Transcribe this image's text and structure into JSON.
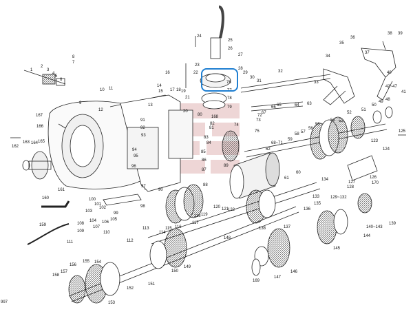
{
  "diagram": {
    "figure_number": "997",
    "highlight_color": "#1f7fd1",
    "highlighted_part": "76",
    "part_numbers": [
      {
        "id": "p1",
        "text": "1"
      },
      {
        "id": "p2",
        "text": "2"
      },
      {
        "id": "p3",
        "text": "3"
      },
      {
        "id": "p4",
        "text": "4"
      },
      {
        "id": "p5",
        "text": "5"
      },
      {
        "id": "p6",
        "text": "6"
      },
      {
        "id": "p7",
        "text": "7"
      },
      {
        "id": "p8",
        "text": "8"
      },
      {
        "id": "p9",
        "text": "9"
      },
      {
        "id": "p10",
        "text": "10"
      },
      {
        "id": "p11",
        "text": "11"
      },
      {
        "id": "p12",
        "text": "12"
      },
      {
        "id": "p13",
        "text": "13"
      },
      {
        "id": "p14",
        "text": "14"
      },
      {
        "id": "p15",
        "text": "15"
      },
      {
        "id": "p16",
        "text": "16"
      },
      {
        "id": "p17",
        "text": "17"
      },
      {
        "id": "p18",
        "text": "18"
      },
      {
        "id": "p19",
        "text": "19"
      },
      {
        "id": "p20",
        "text": "20"
      },
      {
        "id": "p21",
        "text": "21"
      },
      {
        "id": "p22",
        "text": "22"
      },
      {
        "id": "p23",
        "text": "23"
      },
      {
        "id": "p24",
        "text": "24"
      },
      {
        "id": "p25",
        "text": "25"
      },
      {
        "id": "p26",
        "text": "26"
      },
      {
        "id": "p27",
        "text": "27"
      },
      {
        "id": "p28",
        "text": "28"
      },
      {
        "id": "p29",
        "text": "29"
      },
      {
        "id": "p30",
        "text": "30"
      },
      {
        "id": "p31",
        "text": "31"
      },
      {
        "id": "p32",
        "text": "32"
      },
      {
        "id": "p33",
        "text": "33"
      },
      {
        "id": "p34",
        "text": "34"
      },
      {
        "id": "p35",
        "text": "35"
      },
      {
        "id": "p36",
        "text": "36"
      },
      {
        "id": "p37",
        "text": "37"
      },
      {
        "id": "p38",
        "text": "38"
      },
      {
        "id": "p39",
        "text": "39"
      },
      {
        "id": "p40",
        "text": "40"
      },
      {
        "id": "p41",
        "text": "41"
      },
      {
        "id": "p42",
        "text": "42~47"
      },
      {
        "id": "p48",
        "text": "48"
      },
      {
        "id": "p49",
        "text": "49"
      },
      {
        "id": "p50",
        "text": "50"
      },
      {
        "id": "p51",
        "text": "51"
      },
      {
        "id": "p52",
        "text": "52"
      },
      {
        "id": "p53",
        "text": "53"
      },
      {
        "id": "p54",
        "text": "54"
      },
      {
        "id": "p55",
        "text": "55"
      },
      {
        "id": "p56",
        "text": "56"
      },
      {
        "id": "p57",
        "text": "57"
      },
      {
        "id": "p58",
        "text": "58"
      },
      {
        "id": "p59",
        "text": "59"
      },
      {
        "id": "p60",
        "text": "60"
      },
      {
        "id": "p61",
        "text": "61"
      },
      {
        "id": "p62",
        "text": "62"
      },
      {
        "id": "p63",
        "text": "63"
      },
      {
        "id": "p64",
        "text": "64"
      },
      {
        "id": "p65",
        "text": "65"
      },
      {
        "id": "p66",
        "text": "66"
      },
      {
        "id": "p67",
        "text": "67"
      },
      {
        "id": "p68",
        "text": "68~71"
      },
      {
        "id": "p72",
        "text": "72"
      },
      {
        "id": "p73",
        "text": "73"
      },
      {
        "id": "p74",
        "text": "74"
      },
      {
        "id": "p75",
        "text": "75"
      },
      {
        "id": "p76",
        "text": "76"
      },
      {
        "id": "p77",
        "text": "77"
      },
      {
        "id": "p78",
        "text": "78"
      },
      {
        "id": "p79",
        "text": "79"
      },
      {
        "id": "p80",
        "text": "80"
      },
      {
        "id": "p81",
        "text": "81"
      },
      {
        "id": "p82",
        "text": "82"
      },
      {
        "id": "p83",
        "text": "83"
      },
      {
        "id": "p84",
        "text": "84"
      },
      {
        "id": "p85",
        "text": "85"
      },
      {
        "id": "p86",
        "text": "86"
      },
      {
        "id": "p87",
        "text": "87"
      },
      {
        "id": "p88",
        "text": "88"
      },
      {
        "id": "p89",
        "text": "89"
      },
      {
        "id": "p90",
        "text": "90"
      },
      {
        "id": "p91",
        "text": "91"
      },
      {
        "id": "p92",
        "text": "92"
      },
      {
        "id": "p93",
        "text": "93"
      },
      {
        "id": "p94",
        "text": "94"
      },
      {
        "id": "p95",
        "text": "95"
      },
      {
        "id": "p96",
        "text": "96"
      },
      {
        "id": "p97",
        "text": "97"
      },
      {
        "id": "p98",
        "text": "98"
      },
      {
        "id": "p99",
        "text": "99"
      },
      {
        "id": "p100",
        "text": "100"
      },
      {
        "id": "p101",
        "text": "101"
      },
      {
        "id": "p102",
        "text": "102"
      },
      {
        "id": "p103",
        "text": "103"
      },
      {
        "id": "p104",
        "text": "104"
      },
      {
        "id": "p105",
        "text": "105"
      },
      {
        "id": "p106",
        "text": "106"
      },
      {
        "id": "p107",
        "text": "107"
      },
      {
        "id": "p108",
        "text": "108"
      },
      {
        "id": "p109",
        "text": "109"
      },
      {
        "id": "p110",
        "text": "110"
      },
      {
        "id": "p111",
        "text": "111"
      },
      {
        "id": "p112",
        "text": "112"
      },
      {
        "id": "p113",
        "text": "113"
      },
      {
        "id": "p114",
        "text": "114"
      },
      {
        "id": "p115",
        "text": "115"
      },
      {
        "id": "p116",
        "text": "116"
      },
      {
        "id": "p117",
        "text": "117"
      },
      {
        "id": "p118",
        "text": "118"
      },
      {
        "id": "p119",
        "text": "119"
      },
      {
        "id": "p120",
        "text": "120"
      },
      {
        "id": "p121",
        "text": "121"
      },
      {
        "id": "p122",
        "text": "122"
      },
      {
        "id": "p123",
        "text": "123"
      },
      {
        "id": "p124",
        "text": "124"
      },
      {
        "id": "p125",
        "text": "125"
      },
      {
        "id": "p126",
        "text": "126"
      },
      {
        "id": "p127",
        "text": "127"
      },
      {
        "id": "p128",
        "text": "128"
      },
      {
        "id": "p129",
        "text": "129~132"
      },
      {
        "id": "p133",
        "text": "133"
      },
      {
        "id": "p134",
        "text": "134"
      },
      {
        "id": "p135",
        "text": "135"
      },
      {
        "id": "p136",
        "text": "136"
      },
      {
        "id": "p137",
        "text": "137"
      },
      {
        "id": "p138",
        "text": "138"
      },
      {
        "id": "p139",
        "text": "139"
      },
      {
        "id": "p140",
        "text": "140~143"
      },
      {
        "id": "p144",
        "text": "144"
      },
      {
        "id": "p145",
        "text": "145"
      },
      {
        "id": "p146",
        "text": "146"
      },
      {
        "id": "p147",
        "text": "147"
      },
      {
        "id": "p148",
        "text": "148"
      },
      {
        "id": "p149",
        "text": "149"
      },
      {
        "id": "p150",
        "text": "150"
      },
      {
        "id": "p151",
        "text": "151"
      },
      {
        "id": "p152",
        "text": "152"
      },
      {
        "id": "p153",
        "text": "153"
      },
      {
        "id": "p154",
        "text": "154"
      },
      {
        "id": "p155",
        "text": "155"
      },
      {
        "id": "p156",
        "text": "156"
      },
      {
        "id": "p157",
        "text": "157"
      },
      {
        "id": "p158",
        "text": "158"
      },
      {
        "id": "p159",
        "text": "159"
      },
      {
        "id": "p160",
        "text": "160"
      },
      {
        "id": "p161",
        "text": "161"
      },
      {
        "id": "p162",
        "text": "162"
      },
      {
        "id": "p163",
        "text": "163"
      },
      {
        "id": "p164",
        "text": "164"
      },
      {
        "id": "p165",
        "text": "165"
      },
      {
        "id": "p166",
        "text": "166"
      },
      {
        "id": "p167",
        "text": "167"
      },
      {
        "id": "p168",
        "text": "168"
      },
      {
        "id": "p169",
        "text": "169"
      },
      {
        "id": "p170",
        "text": "170"
      }
    ]
  }
}
